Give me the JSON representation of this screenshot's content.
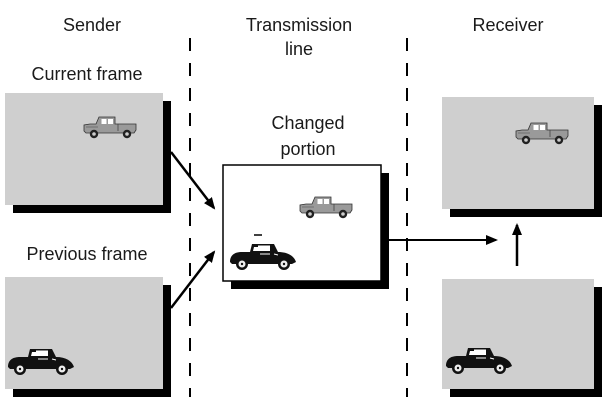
{
  "labels": {
    "sender": "Sender",
    "transmission_line_1": "Transmission",
    "transmission_line_2": "line",
    "receiver": "Receiver",
    "current_frame": "Current frame",
    "previous_frame": "Previous frame",
    "changed_portion_1": "Changed",
    "changed_portion_2": "portion"
  },
  "colors": {
    "frame_fill": "#cfcfcf",
    "frame_shadow": "#000000",
    "changed_fill": "#ffffff",
    "truck": "#9a9a9a",
    "car": "#111111",
    "line": "#000000"
  },
  "icons": {
    "truck": "pickup-truck-icon",
    "car": "vintage-car-icon"
  }
}
